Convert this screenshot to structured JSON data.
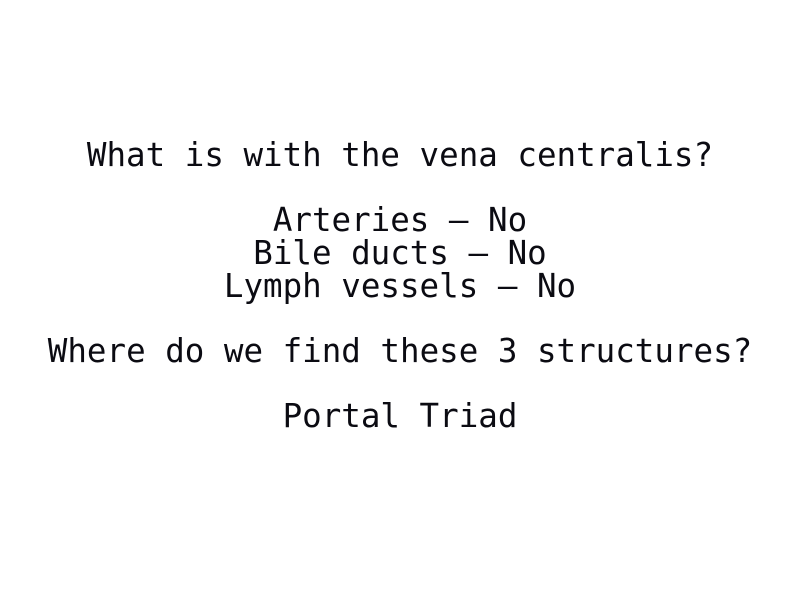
{
  "slide": {
    "background_color": "#ffffff",
    "text_color": "#0b0b12",
    "blocks": {
      "question_1": "What is with the vena centralis?",
      "list": {
        "item_1": "Arteries – No",
        "item_2": "Bile ducts – No",
        "item_3": "Lymph vessels – No",
        "item_1_structure": "Arteries",
        "item_1_answer": "No",
        "item_2_structure": "Bile ducts",
        "item_2_answer": "No",
        "item_3_structure": "Lymph vessels",
        "item_3_answer": "No",
        "separator": "–"
      },
      "question_2": "Where do we find these 3 structures?",
      "answer": "Portal Triad"
    }
  }
}
